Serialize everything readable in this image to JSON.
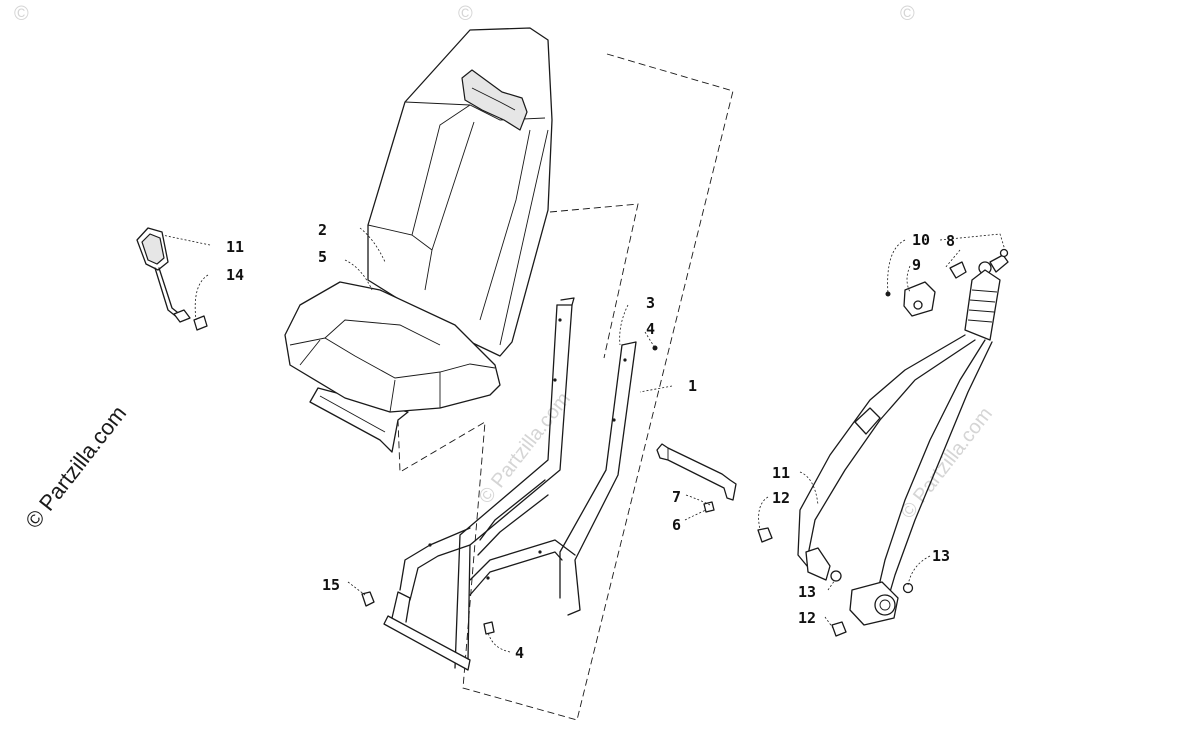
{
  "watermark": {
    "main": "© Partzilla.com",
    "faint": "© Partzilla.com",
    "corner": "©"
  },
  "callouts": [
    "1",
    "2",
    "3",
    "4",
    "4",
    "5",
    "6",
    "7",
    "8",
    "9",
    "10",
    "11",
    "11",
    "12",
    "12",
    "13",
    "13",
    "14",
    "15"
  ],
  "colors": {
    "line": "#1a1a1a",
    "background": "#ffffff",
    "watermark_faint": "#d5d5d5"
  }
}
